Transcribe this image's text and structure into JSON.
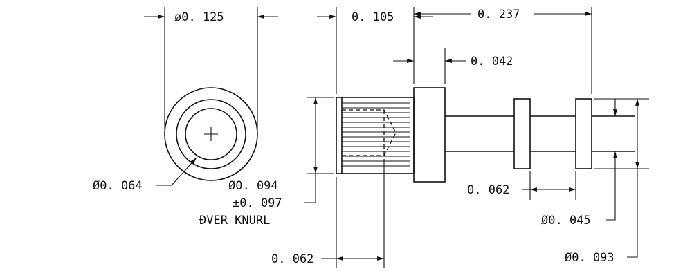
{
  "dimensions": {
    "dia_0125": "ø0. 125",
    "len_0105": "0. 105",
    "len_0237": "0. 237",
    "len_0042": "0. 042",
    "dia_0064": "Ø0. 064",
    "dia_0094": "Ø0. 094",
    "tol_0097": "±0. 097",
    "over_knurl": "ÐVER KNURL",
    "len_0062_right": "0. 062",
    "dia_0045": "Ø0. 045",
    "len_0062_bottom": "0. 062",
    "dia_0093": "Ø0. 093"
  }
}
